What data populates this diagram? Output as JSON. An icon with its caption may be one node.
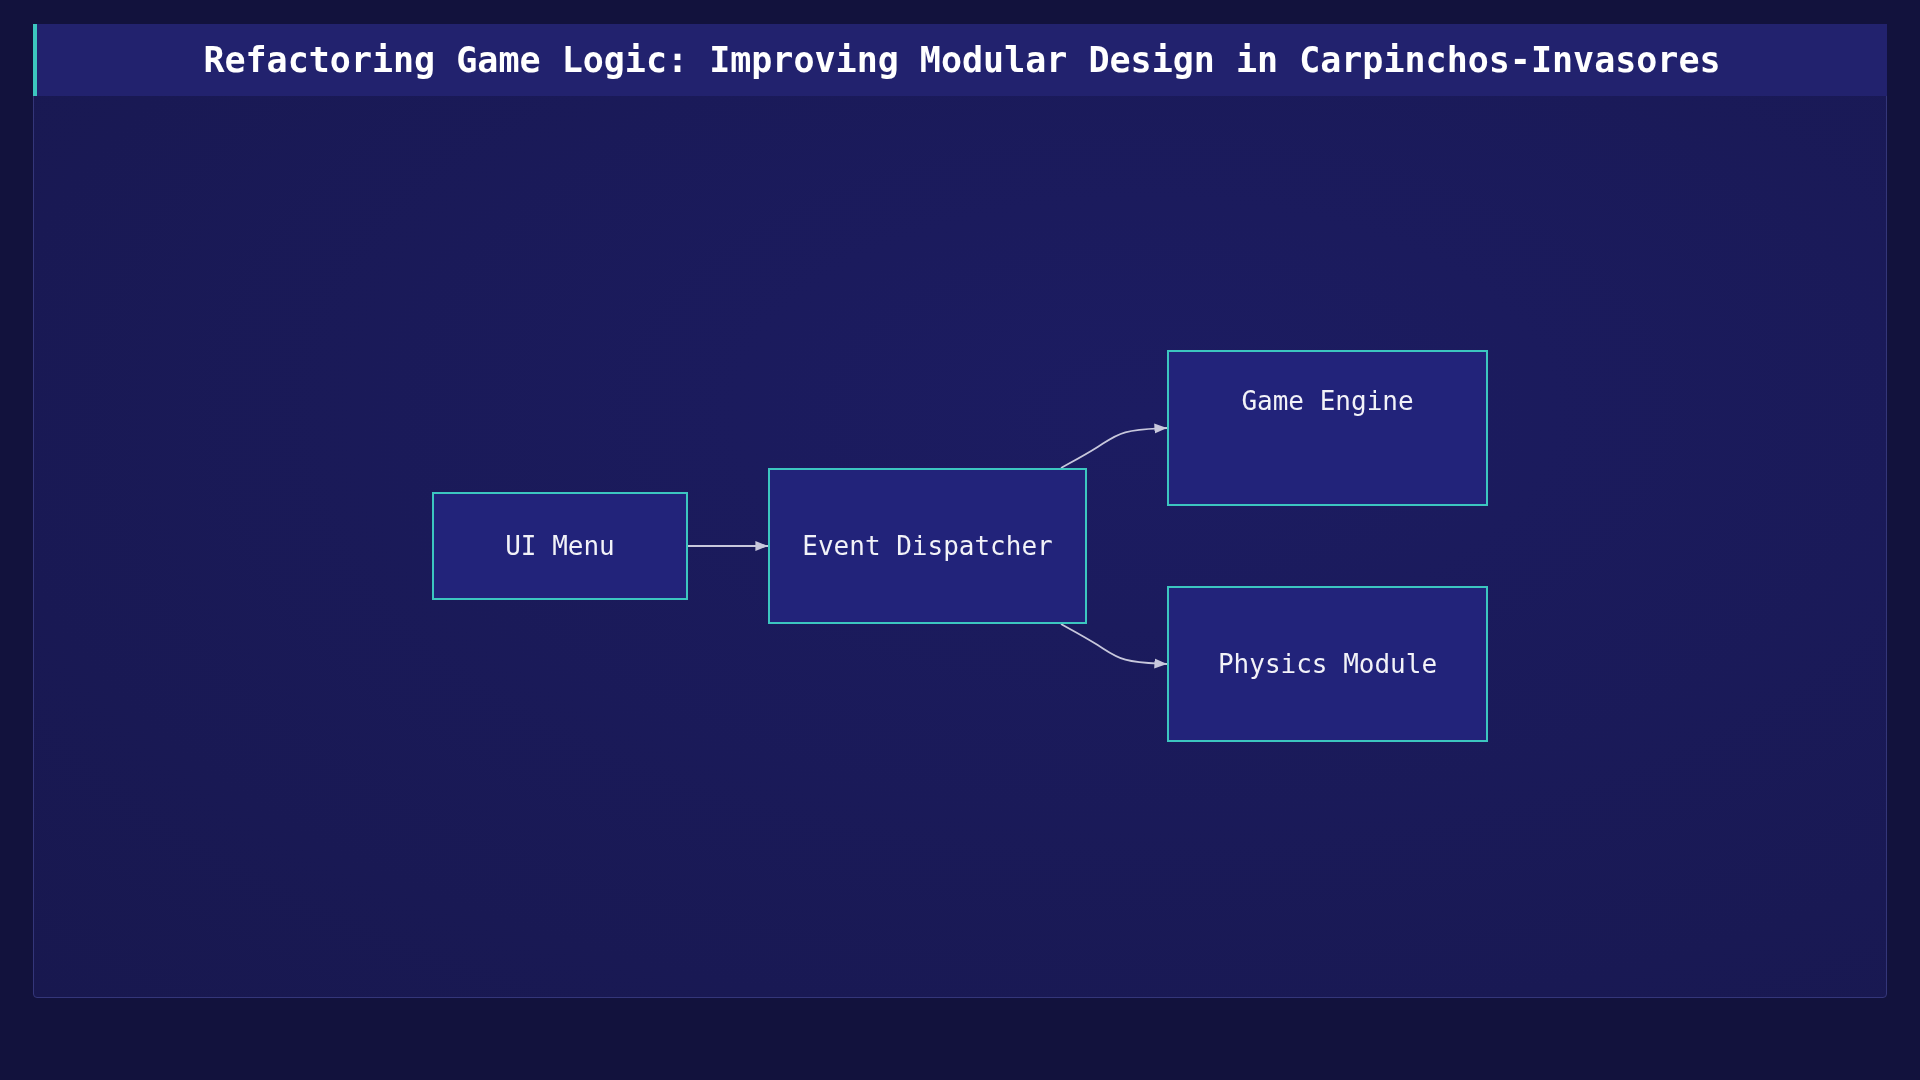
{
  "diagram": {
    "title": "Refactoring Game Logic: Improving Modular Design in Carpinchos-Invasores",
    "nodes": [
      {
        "text": [
          "UI Menu"
        ]
      },
      {
        "text": [
          "Event Dispatcher"
        ]
      },
      {
        "text": [
          "Game Engine"
        ]
      },
      {
        "text": [
          "Physics Module"
        ]
      }
    ],
    "edges": [
      {
        "from": 0,
        "to": 1,
        "arrow": "to"
      },
      {
        "from": 1,
        "to": 2,
        "arrow": "to"
      },
      {
        "from": 1,
        "to": 3,
        "arrow": "to"
      }
    ]
  }
}
